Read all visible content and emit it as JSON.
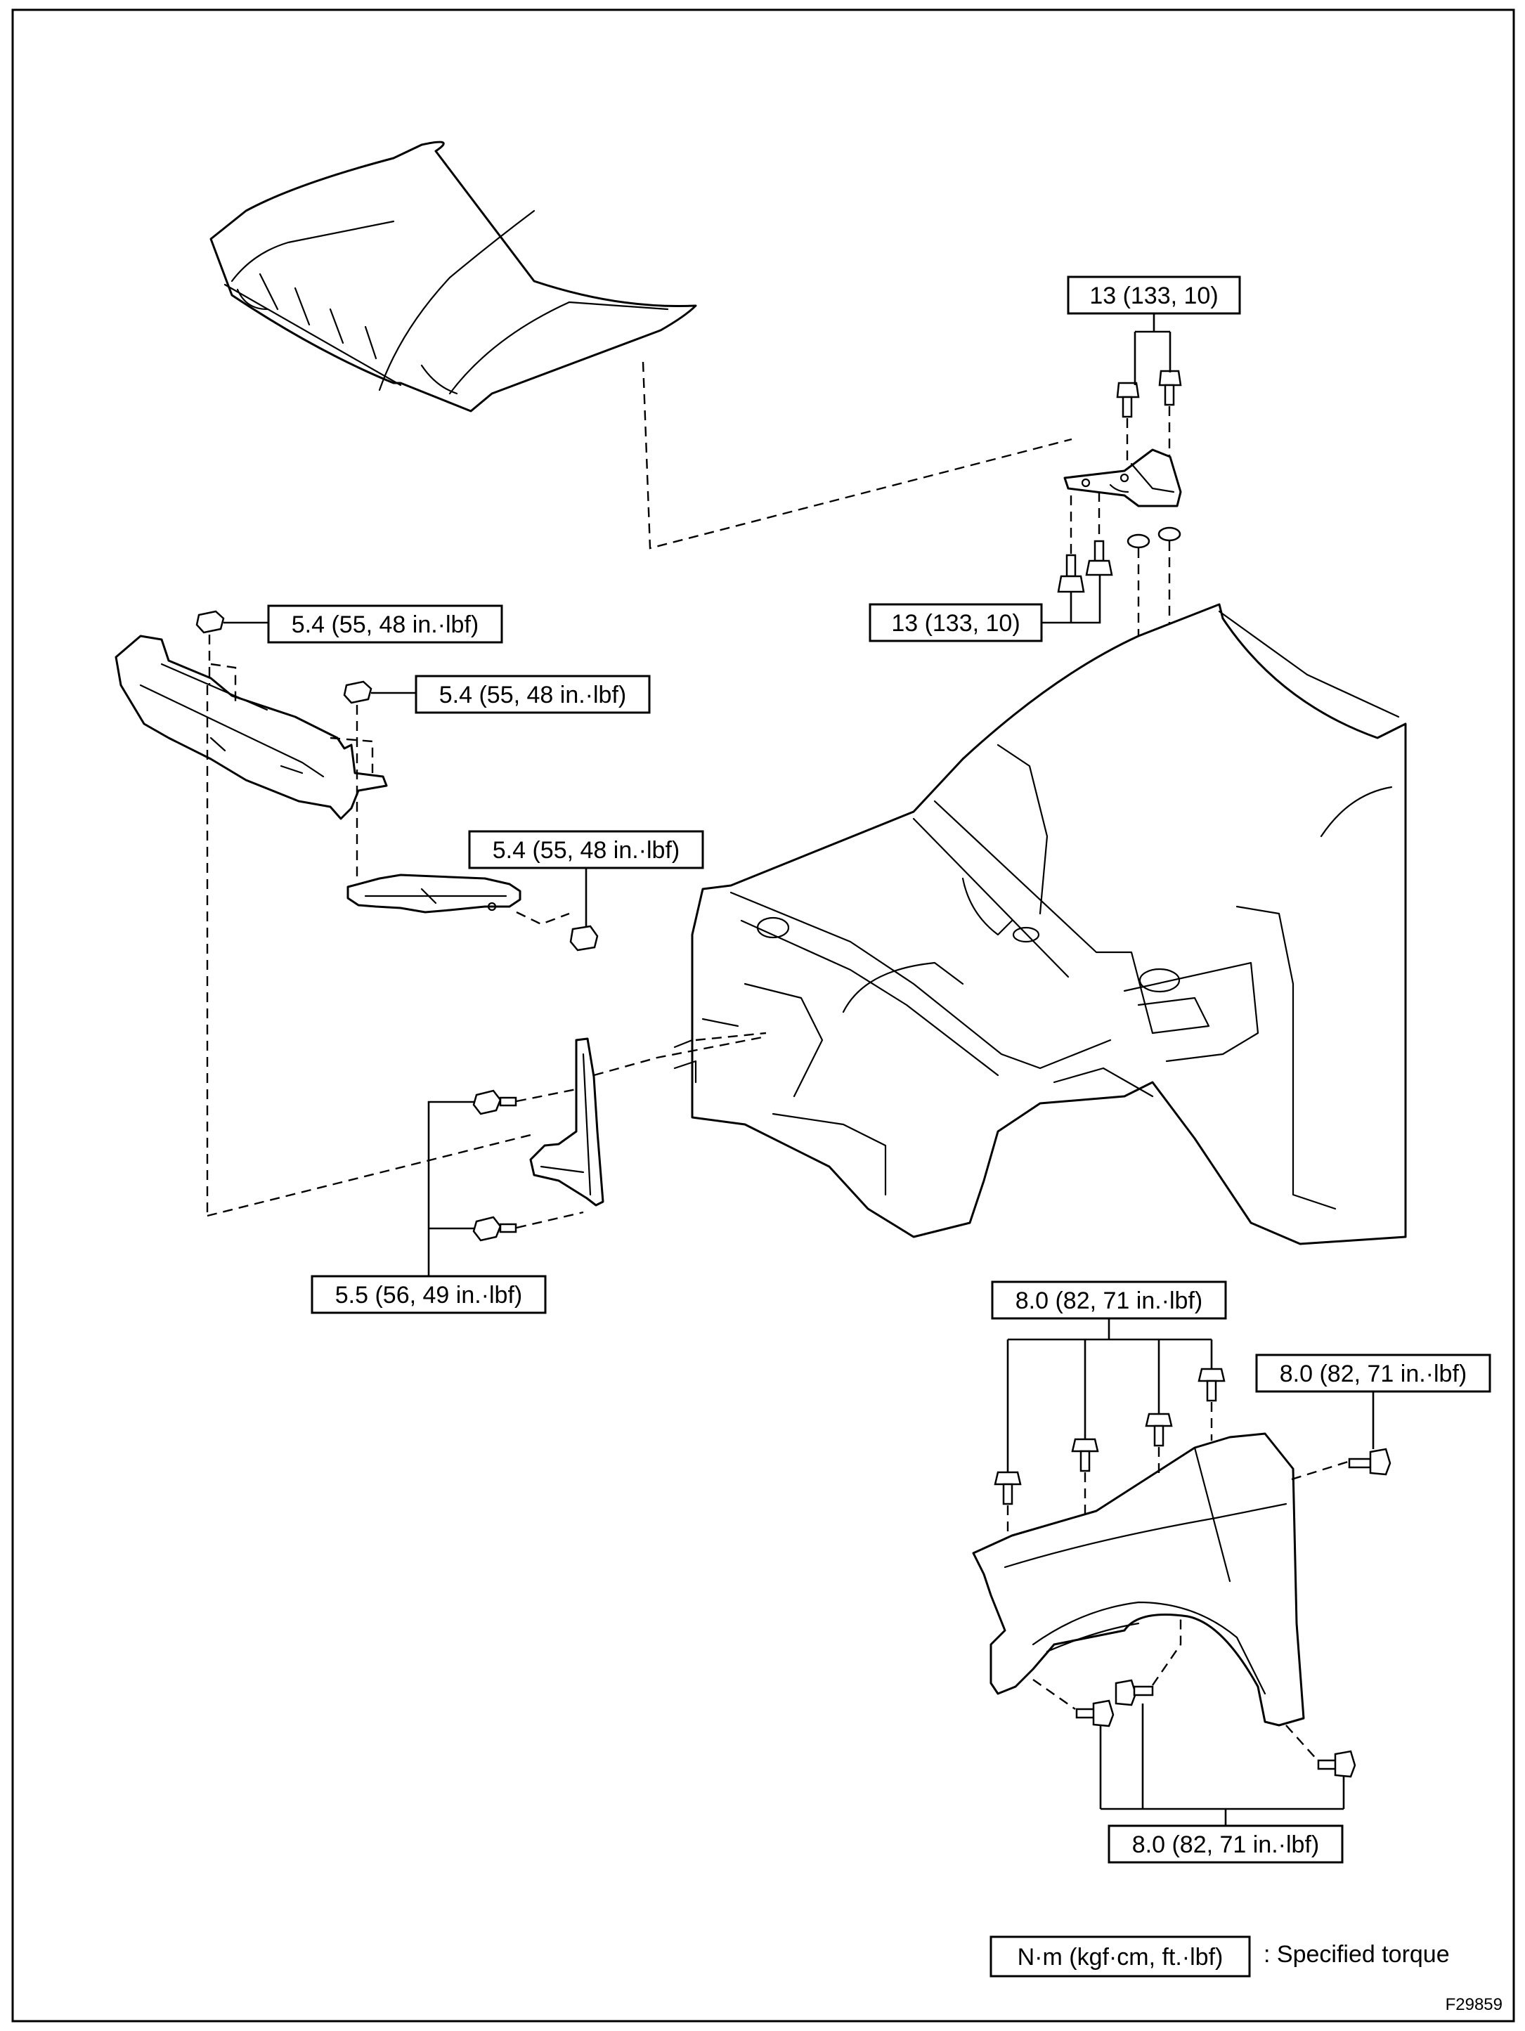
{
  "torque_labels": {
    "hood_hinge_upper": "13 (133, 10)",
    "hood_hinge_lower": "13 (133, 10)",
    "cowl_nut_left": "5.4 (55, 48 in.·lbf)",
    "cowl_nut_right": "5.4 (55, 48 in.·lbf)",
    "brace_nut": "5.4 (55, 48 in.·lbf)",
    "bracket_bolts": "5.5 (56, 49 in.·lbf)",
    "fender_upper_bolts": "8.0 (82, 71 in.·lbf)",
    "fender_side_bolt": "8.0 (82, 71 in.·lbf)",
    "fender_lower_bolts": "8.0 (82, 71 in.·lbf)"
  },
  "legend": {
    "unit": "N·m (kgf·cm, ft.·lbf)",
    "description": ": Specified torque"
  },
  "figure_code": "F29859"
}
